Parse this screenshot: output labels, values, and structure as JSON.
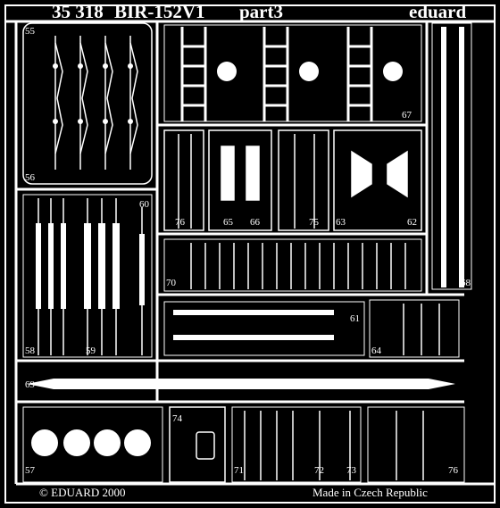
{
  "header": {
    "catalog": "35 318",
    "kit": "BIR-152V1",
    "part": "part3",
    "brand": "eduard"
  },
  "part_numbers": {
    "p55": "55",
    "p56": "56",
    "p57": "57",
    "p58": "58",
    "p59": "59",
    "p60": "60",
    "p61": "61",
    "p62": "62",
    "p63": "63",
    "p64": "64",
    "p65": "65",
    "p66": "66",
    "p67": "67",
    "p68": "68",
    "p69": "69",
    "p70": "70",
    "p71": "71",
    "p72": "72",
    "p73": "73",
    "p74": "74",
    "p75": "75",
    "p76a": "76",
    "p76b": "76"
  },
  "footer": {
    "copyright": "© EDUARD 2000",
    "origin": "Made in Czech Republic"
  },
  "colors": {
    "background": "#000000",
    "metal": "#ffffff"
  }
}
